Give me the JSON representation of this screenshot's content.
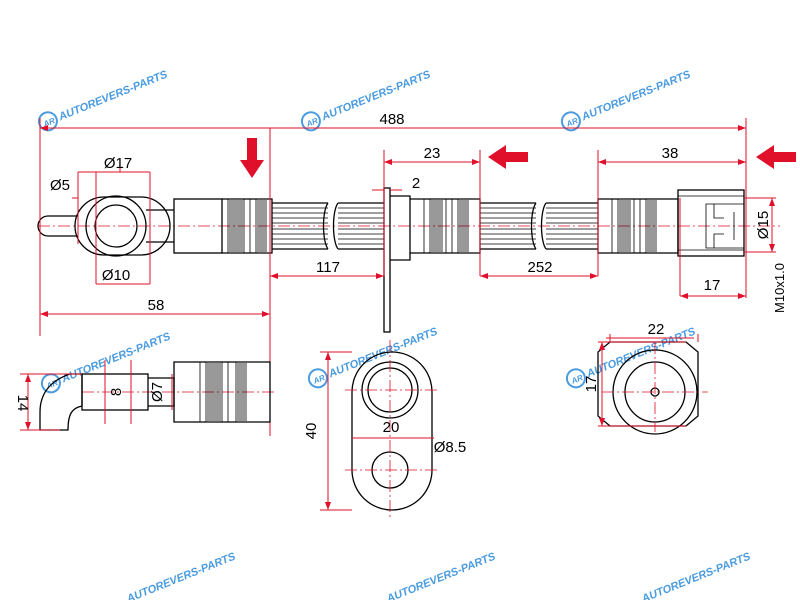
{
  "watermark": {
    "text": "AUTOREVERS-PARTS",
    "logo_text": "AR"
  },
  "colors": {
    "dimension": "#e0102a",
    "outline": "#000000",
    "watermark": "#4a9be0",
    "arrow": "#e0102a"
  },
  "dimensions": {
    "total_length": "488",
    "left_end_length": "58",
    "mid_hose_1": "117",
    "bracket_offset": "23",
    "bracket_thickness": "2",
    "mid_hose_2": "252",
    "right_end_length": "38",
    "fitting_length": "17",
    "fitting_diameter": "Ø15",
    "thread": "M10x1.0",
    "pin_diameter": "Ø5",
    "eye_outer_diameter": "Ø17",
    "eye_inner_diameter": "Ø10",
    "side_height": "14",
    "side_width": "8",
    "side_diameter": "Ø7",
    "bracket_height": "40",
    "bracket_hole_spacing": "20",
    "bracket_hole_diameter": "Ø8.5",
    "hex_width": "22",
    "hex_height": "17"
  },
  "icons": {
    "direction_arrow": "red-arrow-icon",
    "logo": "ar-logo-icon"
  }
}
